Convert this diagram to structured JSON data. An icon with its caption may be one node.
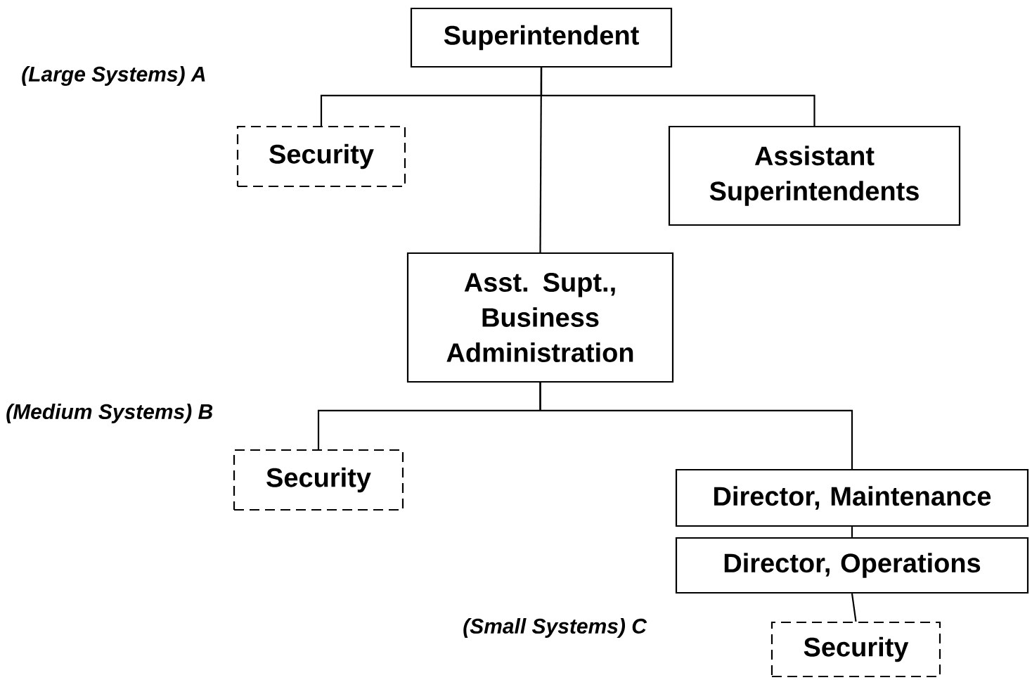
{
  "diagram": {
    "nodes": [
      {
        "text": [
          "Superintendent"
        ]
      },
      {
        "text": [
          "Security"
        ]
      },
      {
        "text": [
          "Assistant Superintendents"
        ]
      },
      {
        "text": [
          "Asst. Supt., Business Administration"
        ]
      },
      {
        "text": [
          "Security"
        ]
      },
      {
        "text": [
          "Director, Maintenance"
        ]
      },
      {
        "text": [
          "Director, Operations"
        ]
      },
      {
        "text": [
          "Security"
        ]
      }
    ],
    "edges": [
      {
        "from": 0,
        "to": 1,
        "arrow": "none"
      },
      {
        "from": 0,
        "to": 2,
        "arrow": "none"
      },
      {
        "from": 0,
        "to": 3,
        "arrow": "none"
      },
      {
        "from": 3,
        "to": 4,
        "arrow": "none"
      },
      {
        "from": 3,
        "to": 5,
        "arrow": "none"
      },
      {
        "from": 5,
        "to": 6,
        "arrow": "none"
      },
      {
        "from": 6,
        "to": 7,
        "arrow": "none"
      }
    ],
    "labels": [
      "(Large Systems) A",
      "(Medium Systems) B",
      "(Small Systems) C"
    ]
  }
}
